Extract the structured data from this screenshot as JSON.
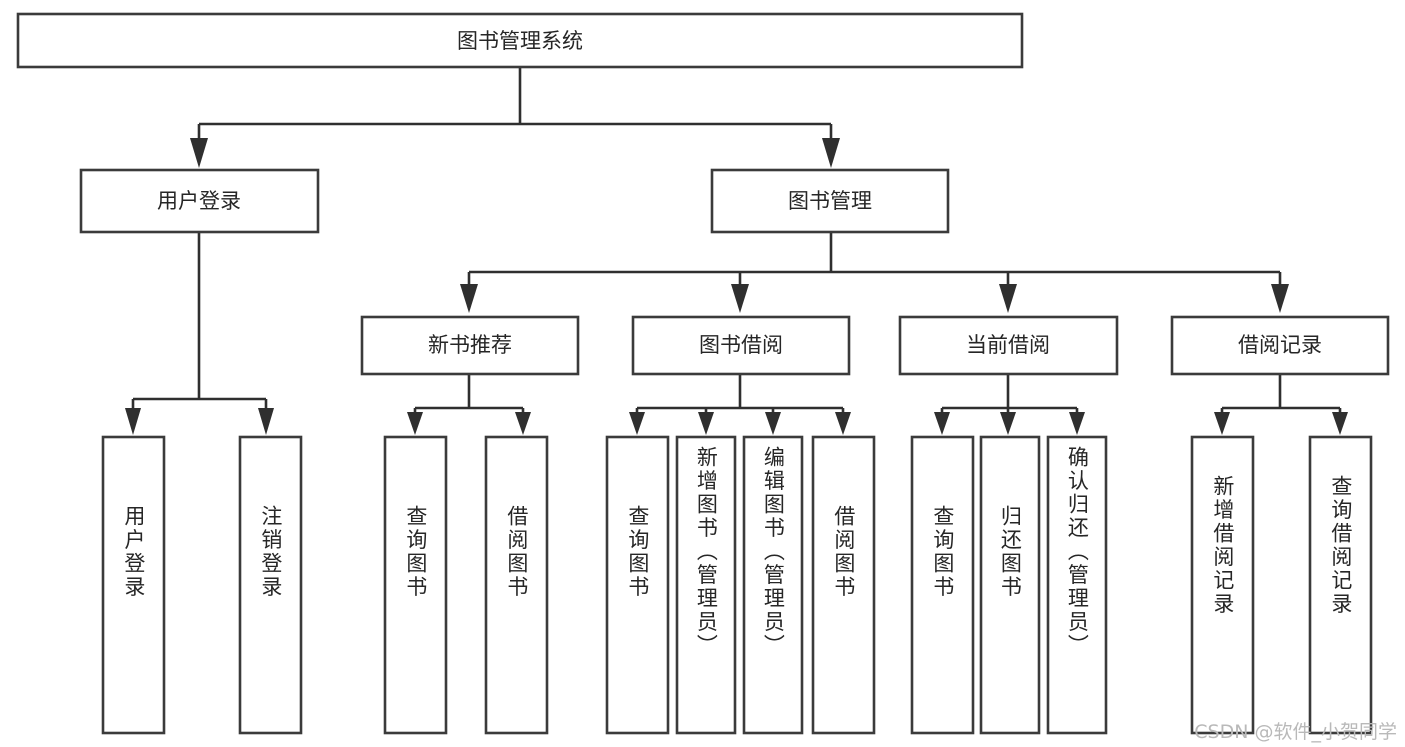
{
  "diagram": {
    "type": "tree-hierarchy",
    "title": "图书管理系统",
    "orientation": "top-down",
    "colors": {
      "box_stroke": "#3b3b3b",
      "box_fill": "#ffffff",
      "connector": "#2f2f2f",
      "label_text": "#262626",
      "watermark_text": "#b9b9b9",
      "background": "#ffffff"
    },
    "root": {
      "id": "root",
      "label": "图书管理系统",
      "orientation": "horizontal"
    },
    "level2": [
      {
        "id": "user-login",
        "label": "用户登录",
        "orientation": "horizontal"
      },
      {
        "id": "book-management",
        "label": "图书管理",
        "orientation": "horizontal"
      }
    ],
    "level3": [
      {
        "id": "new-book-recommend",
        "parent": "book-management",
        "label": "新书推荐",
        "orientation": "horizontal"
      },
      {
        "id": "book-borrow",
        "parent": "book-management",
        "label": "图书借阅",
        "orientation": "horizontal"
      },
      {
        "id": "current-borrow",
        "parent": "book-management",
        "label": "当前借阅",
        "orientation": "horizontal"
      },
      {
        "id": "borrow-record",
        "parent": "book-management",
        "label": "借阅记录",
        "orientation": "horizontal"
      }
    ],
    "leaves": [
      {
        "id": "leaf-user-login",
        "parent": "user-login",
        "label": "用户登录",
        "orientation": "vertical"
      },
      {
        "id": "leaf-user-logout",
        "parent": "user-login",
        "label": "注销登录",
        "orientation": "vertical"
      },
      {
        "id": "leaf-query-book-1",
        "parent": "new-book-recommend",
        "label": "查询图书",
        "orientation": "vertical"
      },
      {
        "id": "leaf-borrow-book-1",
        "parent": "new-book-recommend",
        "label": "借阅图书",
        "orientation": "vertical"
      },
      {
        "id": "leaf-query-book-2",
        "parent": "book-borrow",
        "label": "查询图书",
        "orientation": "vertical"
      },
      {
        "id": "leaf-add-book",
        "parent": "book-borrow",
        "label": "新增图书（管理员）",
        "orientation": "vertical"
      },
      {
        "id": "leaf-edit-book",
        "parent": "book-borrow",
        "label": "编辑图书（管理员）",
        "orientation": "vertical"
      },
      {
        "id": "leaf-borrow-book-2",
        "parent": "book-borrow",
        "label": "借阅图书",
        "orientation": "vertical"
      },
      {
        "id": "leaf-query-book-3",
        "parent": "current-borrow",
        "label": "查询图书",
        "orientation": "vertical"
      },
      {
        "id": "leaf-return-book",
        "parent": "current-borrow",
        "label": "归还图书",
        "orientation": "vertical"
      },
      {
        "id": "leaf-confirm-return",
        "parent": "current-borrow",
        "label": "确认归还（管理员）",
        "orientation": "vertical"
      },
      {
        "id": "leaf-add-record",
        "parent": "borrow-record",
        "label": "新增借阅记录",
        "orientation": "vertical"
      },
      {
        "id": "leaf-query-record",
        "parent": "borrow-record",
        "label": "查询借阅记录",
        "orientation": "vertical"
      }
    ]
  },
  "watermark": {
    "text": "CSDN @软件_小贺同学"
  }
}
